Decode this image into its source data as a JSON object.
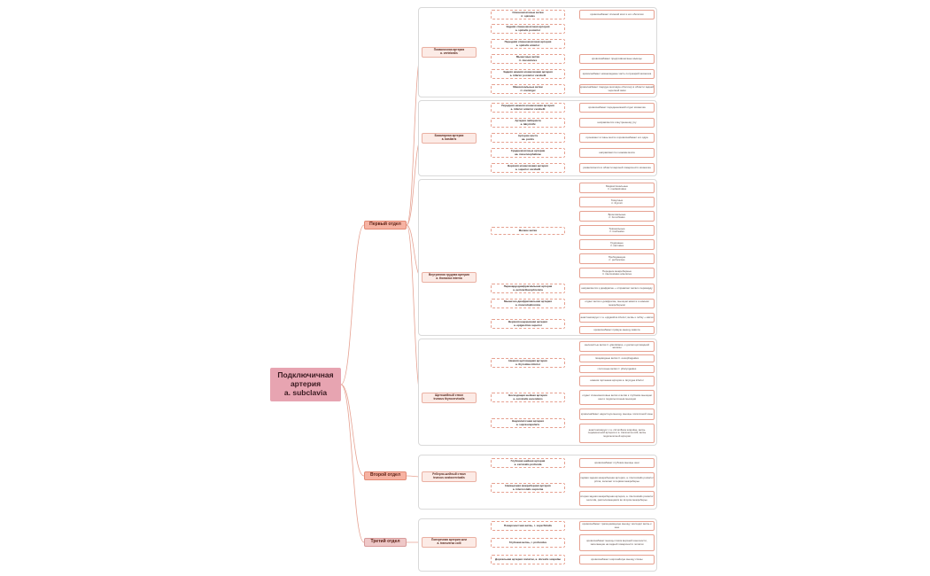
{
  "root": "Подключичная\nартерия\na. subclavia",
  "section1": {
    "label": "Первый отдел",
    "vertebral": {
      "label": "Позвоночная артерия\na. vertebralis",
      "b1": "Спинномозговые ветви\nrr. spinales",
      "b2": "Задняя спинномозговая артерия\na. spinalis posterior",
      "b3": "Передняя спинномозговая артерия\na. spinalis anterior",
      "b4": "Мышечные ветви\nrr. musculares",
      "b5": "Задняя нижняя мозжечковая артерия\na. inferior posterior cerebelli",
      "b6": "Менингеальные ветви\nrr. meningei",
      "d1": "кровоснабжают спинной мозг и его оболочки",
      "d4": "кровоснабжают предпозвоночные мышцы",
      "d5": "кровоснабжает нижнезаднюю часть полушарий мозжечка",
      "d6": "кровоснабжает твердую мозговую оболочку в области задней черепной ямки"
    },
    "basilar": {
      "label": "Базилярная артерия\na. basilaris",
      "b1": "Передняя нижняя мозжечковая артерия\na. inferior anterior cerebelli",
      "b2": "Артерия лабиринта\na. labyrinthi",
      "b3": "Артерии моста\naa. pontis",
      "b4": "Среднемозговые артерии\naa. mesencephalicae",
      "b5": "Верхняя мозжечковая артерия\na. superior cerebelli",
      "d1": "кровоснабжает передненижний отдел мозжечка",
      "d2": "направляется к внутреннему уху",
      "d3": "проникают в ткань моста и кровоснабжают его ядра",
      "d4": "направляются к ножкам мозга",
      "d5": "разветвляется в области верхней поверхности мозжечка"
    },
    "thoracic": {
      "label": "Внутренняя грудная артерия\na. thoracica interna",
      "b1": "Мелкие ветви",
      "b2": "Перикардодиафрагмальная артерия\na. pericardiacophrenica",
      "b3": "Мышечно-диафрагмальная артерия\na. musculophrenica",
      "b4": "Верхняя надчревная артерия\na. epigastrica superior",
      "s1": "Медиастинальные\nrr. mediastinales",
      "s2": "Тимусные\nrr. thymici",
      "s3": "Бронхиальные\nrr. bronchiales",
      "s4": "Трахеальные\nrr. tracheales",
      "s5": "Грудинные\nrr. sternales",
      "s6": "Прободающие\nrr. perforantes",
      "s7": "Передние межреберные\nrr. intercostales anteriores",
      "d2": "направляется к диафрагме + отправляет ветви к перикарду",
      "d3": "отдает ветви к диафрагме, мышцам живота и нижним межреберьям",
      "d4a": "анастомозирует с a. epigastrica inferior; ветвь к лобку + матки",
      "d4b": "кровоснабжает прямую мышцу живота"
    },
    "thyrocervical": {
      "label": "Щитошейный ствол\ntruncus thyrocervicalis",
      "b1": "Нижняя щитовидная артерия\na. thyroidea inferior",
      "b2": "Восходящая шейная артерия\na. cervicalis ascendens",
      "b3": "Надлопаточная артерия\na. suprascapularis",
      "d1a": "железистые ветви rr. glandulares, к долям щитовидной железы",
      "d1b": "пищеводные ветви rr. oesophageales",
      "d1c": "глоточные ветви rr. pharyngeales",
      "d1d": "нижняя гортанная артерия a. laryngea inferior",
      "d2": "отдает спинномозговые ветви и ветви к глубоким мышцам шеи и подзатылочным мышцам",
      "d3a": "кровоснабжает надостную мышцу, мышцы лопаточной зоны",
      "d3b": "анастомозирует с a. circumflexa scapulae, ветвь подмышечной артерии и a. transversa colli; ветвь подключичной артерии"
    }
  },
  "section2": {
    "label": "Второй отдел",
    "costo": {
      "label": "Реберно-шейный ствол\ntruncus costocervicalis",
      "b1": "Глубокая шейная артерия\na. cervicalis profunda",
      "b2": "Наивысшая межреберная артерия\na. intercostalis suprema",
      "d1": "кровоснабжает глубокие мышцы шеи",
      "d2a": "первая задняя межреберная артерия, a. intercostalis posterior prima, залегает в первом межреберье",
      "d2b": "вторая задняя межреберная артерия, a. intercostalis posterior secunda, располагающаяся во втором межреберье"
    }
  },
  "section3": {
    "label": "Третий отдел",
    "transverse": {
      "label": "Поперечная артерия шеи\na. transversa colli",
      "b1": "Поверхностная ветвь, r. superficialis",
      "b2": "Глубокая ветвь, r. profundus",
      "b3": "Дорсальная артерия лопатки, a. dorsalis scapulae",
      "d1": "кровоснабжает трапециевидную мышцу; восходит ветвь к шее",
      "d2": "кровоснабжает мышцы пояса верхней конечности, залегающие на задней поверхности лопатки",
      "d3": "кровоснабжает широчайшую мышцу спины"
    }
  },
  "colors": {
    "line": "#e6a191",
    "root": "#e7a4b1",
    "section": "#f6b2a2"
  }
}
